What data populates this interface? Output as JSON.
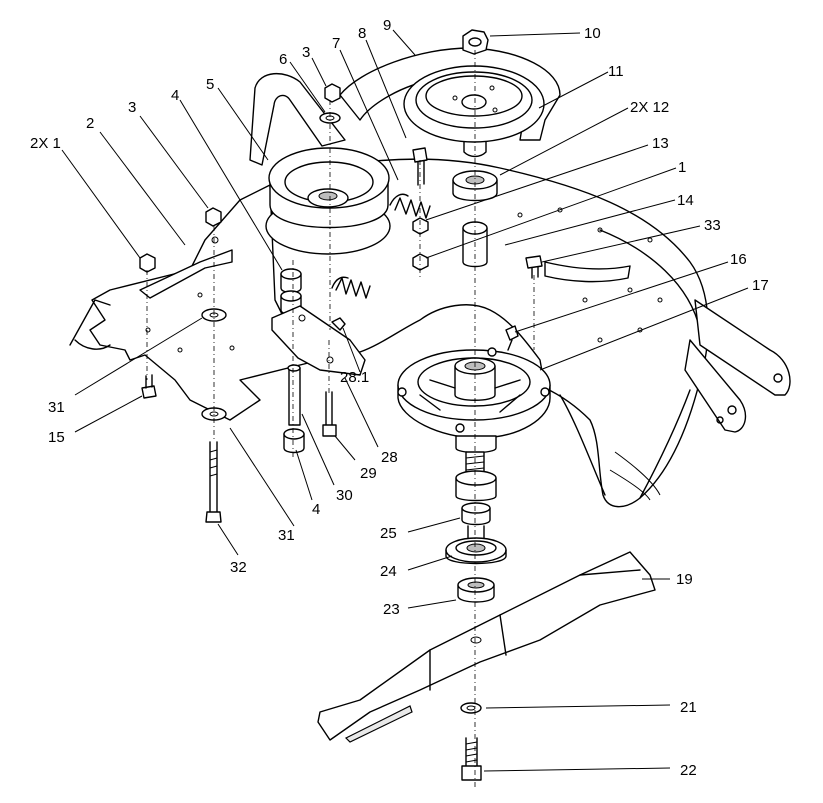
{
  "diagram": {
    "callouts": {
      "c_2x1": "2X 1",
      "c_2": "2",
      "c_3a": "3",
      "c_3b": "3",
      "c_4a": "4",
      "c_4b": "4",
      "c_5": "5",
      "c_6": "6",
      "c_7": "7",
      "c_8": "8",
      "c_9": "9",
      "c_10": "10",
      "c_11": "11",
      "c_2x12": "2X 12",
      "c_13": "13",
      "c_1": "1",
      "c_14": "14",
      "c_33": "33",
      "c_16": "16",
      "c_17": "17",
      "c_31a": "31",
      "c_31b": "31",
      "c_15": "15",
      "c_28_1": "28:1",
      "c_28": "28",
      "c_29": "29",
      "c_30": "30",
      "c_32": "32",
      "c_25": "25",
      "c_24": "24",
      "c_23": "23",
      "c_19": "19",
      "c_21": "21",
      "c_22": "22"
    }
  }
}
